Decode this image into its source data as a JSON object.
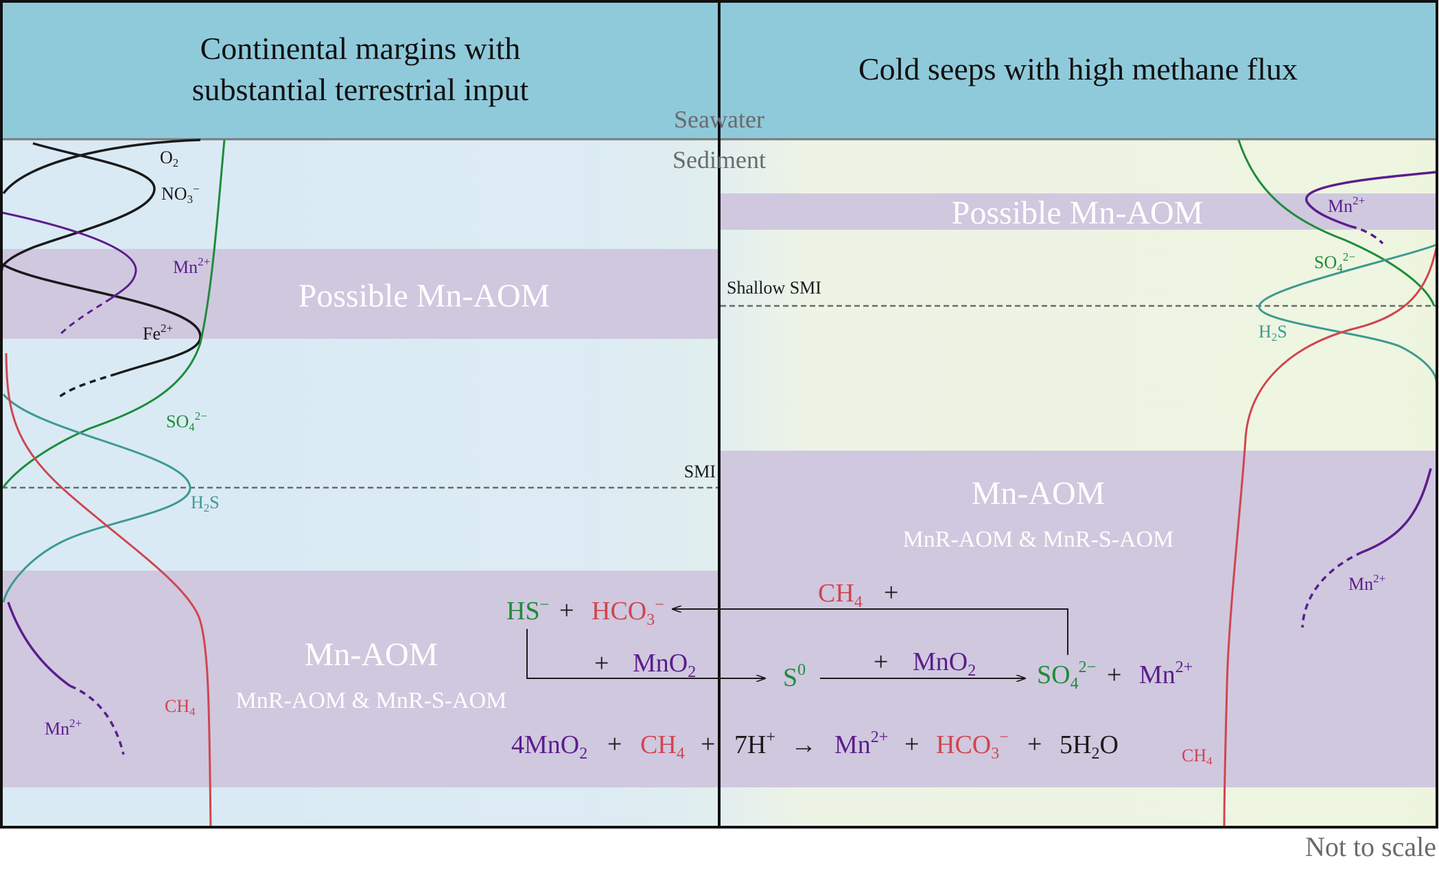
{
  "panels": {
    "left_title_line1": "Continental margins with",
    "left_title_line2": "substantial terrestrial input",
    "right_title": "Cold seeps with high methane flux"
  },
  "interface": {
    "seawater": "Seawater",
    "sediment": "Sediment"
  },
  "zones": {
    "left_possible": "Possible Mn-AOM",
    "left_mnaom": "Mn-AOM",
    "left_mnaom_sub": "MnR-AOM & MnR-S-AOM",
    "right_possible": "Possible Mn-AOM",
    "right_mnaom": "Mn-AOM",
    "right_mnaom_sub": "MnR-AOM & MnR-S-AOM"
  },
  "smi": {
    "left": "SMI",
    "right": "Shallow SMI"
  },
  "species": {
    "o2": {
      "base": "O",
      "sub": "2"
    },
    "no3": {
      "base": "NO",
      "sub": "3",
      "sup": "−"
    },
    "mn": {
      "base": "Mn",
      "sup": "2+"
    },
    "fe": {
      "base": "Fe",
      "sup": "2+"
    },
    "so4": {
      "base": "SO",
      "sub": "4",
      "sup": "2−"
    },
    "h2s": {
      "pre": "H",
      "sub": "2",
      "post": "S"
    },
    "ch4": {
      "base": "CH",
      "sub": "4"
    }
  },
  "reactions": {
    "hs": "HS",
    "hs_sup": "−",
    "plus": "+",
    "hco3": "HCO",
    "hco3_sub": "3",
    "hco3_sup": "−",
    "ch4": "CH",
    "ch4_sub": "4",
    "mno2": "MnO",
    "mno2_sub": "2",
    "s0": "S",
    "s0_sup": "0",
    "so4": "SO",
    "so4_sub": "4",
    "so4_sup": "2−",
    "mn": "Mn",
    "mn_sup": "2+",
    "overall": {
      "mno2_coef": "4MnO",
      "mno2_sub": "2",
      "ch4": "CH",
      "ch4_sub": "4",
      "h": "7H",
      "h_sup": "+",
      "arrow": "→",
      "mn": "Mn",
      "mn_sup": "2+",
      "hco3": "HCO",
      "hco3_sub": "3",
      "hco3_sup": "−",
      "water_pre": "5H",
      "water_sub": "2",
      "water_post": "O"
    }
  },
  "footer": "Not to scale",
  "colors": {
    "seawater": "#8fcadb",
    "left_sediment": "#dcebf4",
    "right_sediment": "#eef4df",
    "band": "#d0c8df",
    "sulfate_green": "#1e8c3a",
    "sulfide_teal": "#3d9a91",
    "methane_red": "#d0454f",
    "manganese_purple": "#5c1d8c",
    "black": "#1a1a1a",
    "interface_text": "#6a6a6a"
  }
}
